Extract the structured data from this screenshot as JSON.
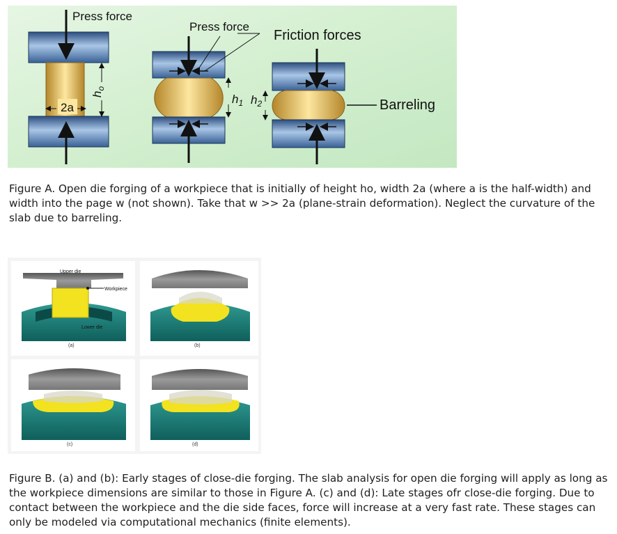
{
  "figure_a": {
    "label_press_force_left": "Press force",
    "label_press_force_mid": "Press force",
    "label_friction_forces": "Friction forces",
    "label_barreling": "Barreling",
    "label_ho": "h",
    "label_ho_sub": "o",
    "label_2a": "2a",
    "label_h1": "h",
    "label_h1_sub": "1",
    "label_h2": "h",
    "label_h2_sub": "2",
    "colors": {
      "die": "#5a86b8",
      "workpiece": "#e8b84a",
      "background": "#d6f0d2"
    }
  },
  "caption_a": "Figure A. Open die forging of a workpiece that is initially of height ho, width 2a (where a is the half-width) and width into the page w (not shown). Take that w >> 2a (plane-strain deformation). Neglect the curvature of the slab due to barreling.",
  "figure_b": {
    "label_upper_die": "Upper die",
    "label_workpiece": "Workpiece",
    "label_lower_die": "Lower die",
    "panel_a": "(a)",
    "panel_b": "(b)",
    "panel_c": "(c)",
    "panel_d": "(d)",
    "colors": {
      "die": "#1f7f7a",
      "workpiece": "#f2e21f",
      "upper_die": "#8c8c8c"
    }
  },
  "caption_b": "Figure B. (a) and (b): Early stages of close-die forging. The slab analysis for open die forging will apply as long as the workpiece dimensions are similar to those in Figure A.  (c) and (d): Late stages ofr close-die forging. Due to contact between the workpiece and the die side faces, force will increase at a very fast rate. These stages can only be modeled via computational mechanics (finite elements)."
}
